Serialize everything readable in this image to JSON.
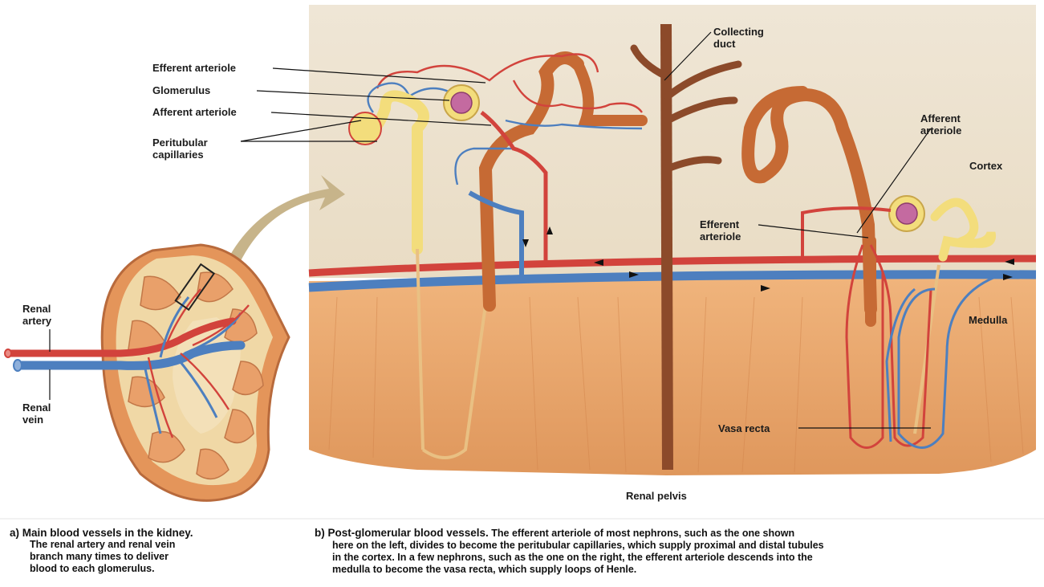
{
  "labels": {
    "efferent_arteriole_top": "Efferent arteriole",
    "glomerulus": "Glomerulus",
    "afferent_arteriole_top": "Afferent arteriole",
    "peritubular_1": "Peritubular",
    "peritubular_2": "capillaries",
    "collecting_1": "Collecting",
    "collecting_2": "duct",
    "afferent_right_1": "Afferent",
    "afferent_right_2": "arteriole",
    "cortex": "Cortex",
    "efferent_right_1": "Efferent",
    "efferent_right_2": "arteriole",
    "medulla": "Medulla",
    "vasa_recta": "Vasa recta",
    "renal_pelvis": "Renal pelvis",
    "renal_artery_1": "Renal",
    "renal_artery_2": "artery",
    "renal_vein_1": "Renal",
    "renal_vein_2": "vein"
  },
  "caption_a": {
    "title": "a) Main blood vessels in the kidney.",
    "line1": "The renal artery and renal vein",
    "line2": "branch many times to deliver",
    "line3": "blood to each glomerulus."
  },
  "caption_b": {
    "title": "b) Post-glomerular  blood vessels.",
    "line1_rest": " The efferent arteriole of most nephrons, such as the one shown",
    "line2": "here on the left, divides to become the peritubular capillaries, which supply proximal and distal tubules",
    "line3": "in the cortex. In a few nephrons, such as the one on the right, the efferent arteriole descends into the",
    "line4": "medulla to become the vasa recta, which supply loops of Henle."
  },
  "colors": {
    "cortex_bg": "#efe4d2",
    "medulla": "#e7a56b",
    "artery": "#d2433c",
    "vein": "#4d7fbf",
    "tubule_yellow": "#f3dd7c",
    "tubule_orange": "#c66a34",
    "duct": "#8c4a2a"
  }
}
